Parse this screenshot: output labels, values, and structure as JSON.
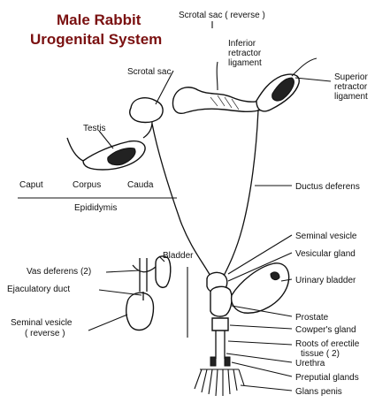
{
  "title": {
    "line1": "Male Rabbit",
    "line2": "Urogenital System"
  },
  "labels": {
    "scrotal_sac_reverse": "Scrotal sac ( reverse )",
    "inferior_retractor_1": "Inferior",
    "inferior_retractor_2": "retractor",
    "inferior_retractor_3": "ligament",
    "superior_retractor_1": "Superior",
    "superior_retractor_2": "retractor",
    "superior_retractor_3": "ligament",
    "scrotal_sac": "Scrotal sac",
    "testis": "Testis",
    "caput": "Caput",
    "corpus": "Corpus",
    "cauda": "Cauda",
    "epididymis": "Epididymis",
    "ductus_deferens": "Ductus deferens",
    "seminal_vesicle": "Seminal vesicle",
    "vesicular_gland": "Vesicular gland",
    "bladder": "Bladder",
    "vas_deferens": "Vas deferens (2)",
    "ejaculatory_duct": "Ejaculatory duct",
    "urinary_bladder": "Urinary bladder",
    "seminal_vesicle_rev_1": "Seminal vesicle",
    "seminal_vesicle_rev_2": "( reverse )",
    "prostate": "Prostate",
    "cowpers_gland": "Cowper's gland",
    "roots_erectile_1": "Roots of erectile",
    "roots_erectile_2": "tissue ( 2)",
    "urethra": "Urethra",
    "preputial_glands": "Preputial glands",
    "glans_penis": "Glans penis"
  }
}
